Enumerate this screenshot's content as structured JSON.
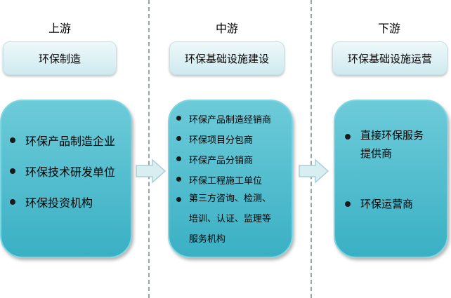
{
  "stages": [
    {
      "label": "上游",
      "title": "环保制造",
      "items": [
        "环保产品制造企业",
        "环保技术研发单位",
        "环保投资机构"
      ]
    },
    {
      "label": "中游",
      "title": "环保基础设施建设",
      "items": [
        "环保产品制造经销商",
        "环保项目分包商",
        "环保产品分销商",
        "环保工程施工单位",
        "第三方咨询、检测、培训、认证、监理等服务机构"
      ],
      "item5_lines": [
        "第三方咨询、检测、",
        "培训、认证、监理等",
        "服务机构"
      ]
    },
    {
      "label": "下游",
      "title": "环保基础设施运营",
      "items": [
        "直接环保服务提供商",
        "环保运营商"
      ],
      "item1_lines": [
        "直接环保服务",
        "提供商"
      ]
    }
  ],
  "colors": {
    "panel": "#47b8ca",
    "stage_box": "#d9eff2",
    "divider": "#9aa4ad",
    "arrow": "#d8eef0"
  }
}
